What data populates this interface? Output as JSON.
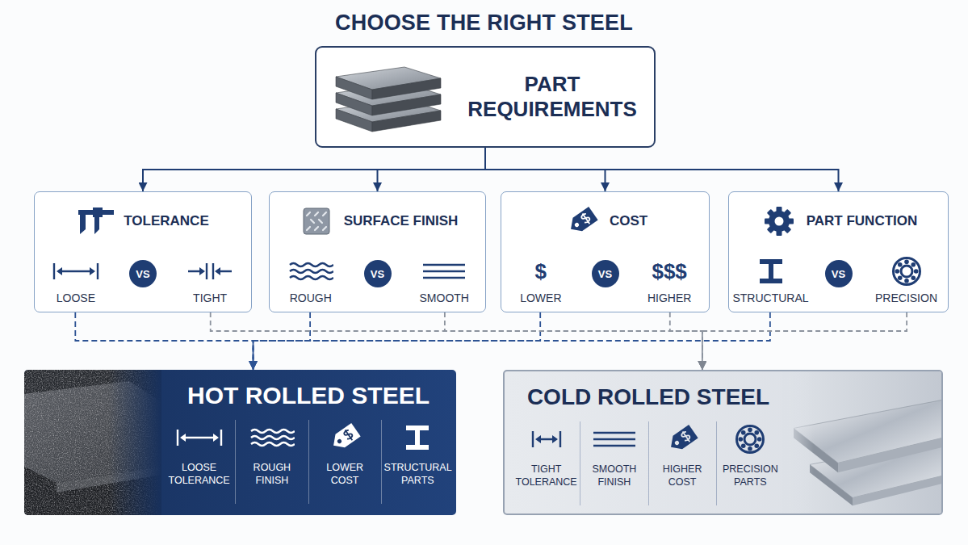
{
  "diagram": {
    "title": "CHOOSE THE RIGHT STEEL",
    "nodes": [
      {
        "text": [
          "PART REQUIREMENTS"
        ]
      },
      {
        "text": [
          "TOLERANCE",
          "LOOSE",
          "TIGHT"
        ]
      },
      {
        "text": [
          "VS"
        ],
        "in": 1
      },
      {
        "text": [
          "SURFACE FINISH",
          "ROUGH",
          "SMOOTH"
        ]
      },
      {
        "text": [
          "VS"
        ],
        "in": 3
      },
      {
        "text": [
          "COST",
          "$",
          "LOWER",
          "$$$",
          "HIGHER"
        ]
      },
      {
        "text": [
          "VS"
        ],
        "in": 5
      },
      {
        "text": [
          "PART FUNCTION",
          "STRUCTURAL",
          "PRECISION"
        ]
      },
      {
        "text": [
          "VS"
        ],
        "in": 7
      },
      {
        "text": [
          "HOT ROLLED STEEL",
          "LOOSE TOLERANCE",
          "ROUGH FINISH",
          "LOWER COST",
          "STRUCTURAL PARTS"
        ]
      },
      {
        "text": [
          "COLD ROLLED STEEL",
          "TIGHT TOLERANCE",
          "SMOOTH FINISH",
          "HIGHER COST",
          "PRECISION PARTS"
        ]
      }
    ],
    "edges": [
      {
        "from": 0,
        "to": 1,
        "arrow": "to"
      },
      {
        "from": 0,
        "to": 3,
        "arrow": "to"
      },
      {
        "from": 0,
        "to": 5,
        "arrow": "to"
      },
      {
        "from": 0,
        "to": 7,
        "arrow": "to"
      },
      {
        "from": 1,
        "to": 9,
        "arrow": "to"
      },
      {
        "from": 3,
        "to": 9,
        "arrow": "to"
      },
      {
        "from": 5,
        "to": 9,
        "arrow": "to"
      },
      {
        "from": 7,
        "to": 9,
        "arrow": "to"
      },
      {
        "from": 1,
        "to": 10,
        "arrow": "to"
      },
      {
        "from": 3,
        "to": 10,
        "arrow": "to"
      },
      {
        "from": 5,
        "to": 10,
        "arrow": "to"
      },
      {
        "from": 7,
        "to": 10,
        "arrow": "to"
      }
    ]
  }
}
